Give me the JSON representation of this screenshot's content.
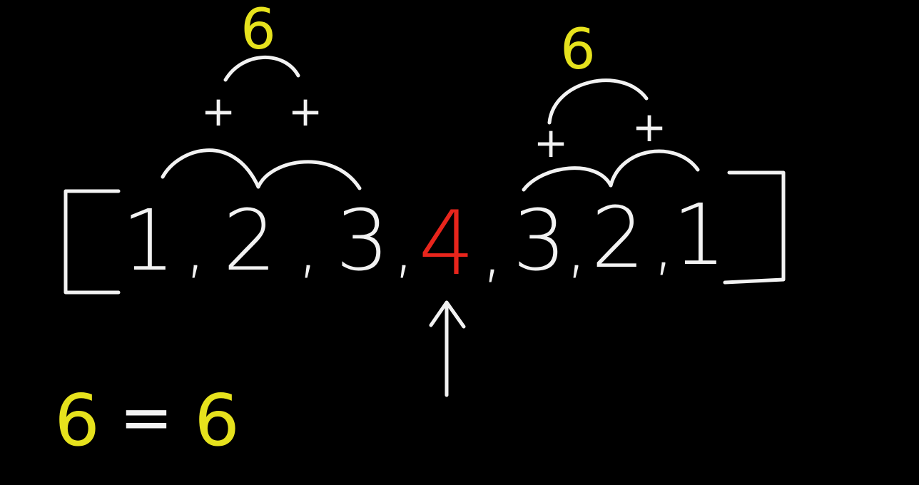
{
  "array": {
    "open_bracket": "[",
    "close_bracket": "]",
    "items": [
      {
        "value": "1",
        "comma": ","
      },
      {
        "value": "2",
        "comma": ","
      },
      {
        "value": "3",
        "comma": ","
      },
      {
        "value": "4",
        "comma": ","
      },
      {
        "value": "3",
        "comma": ","
      },
      {
        "value": "2",
        "comma": ","
      },
      {
        "value": "1",
        "comma": ""
      }
    ],
    "pivot_value": "4"
  },
  "left_group": {
    "sum": "6",
    "plus_signs": [
      "+",
      "+"
    ]
  },
  "right_group": {
    "sum": "6",
    "plus_signs": [
      "+",
      "+"
    ]
  },
  "equation": {
    "left": "6",
    "operator": "=",
    "right": "6"
  },
  "colors": {
    "background": "#000000",
    "chalk_white": "#f2f2f2",
    "chalk_yellow": "#e6e21d",
    "chalk_red": "#e8251c"
  }
}
